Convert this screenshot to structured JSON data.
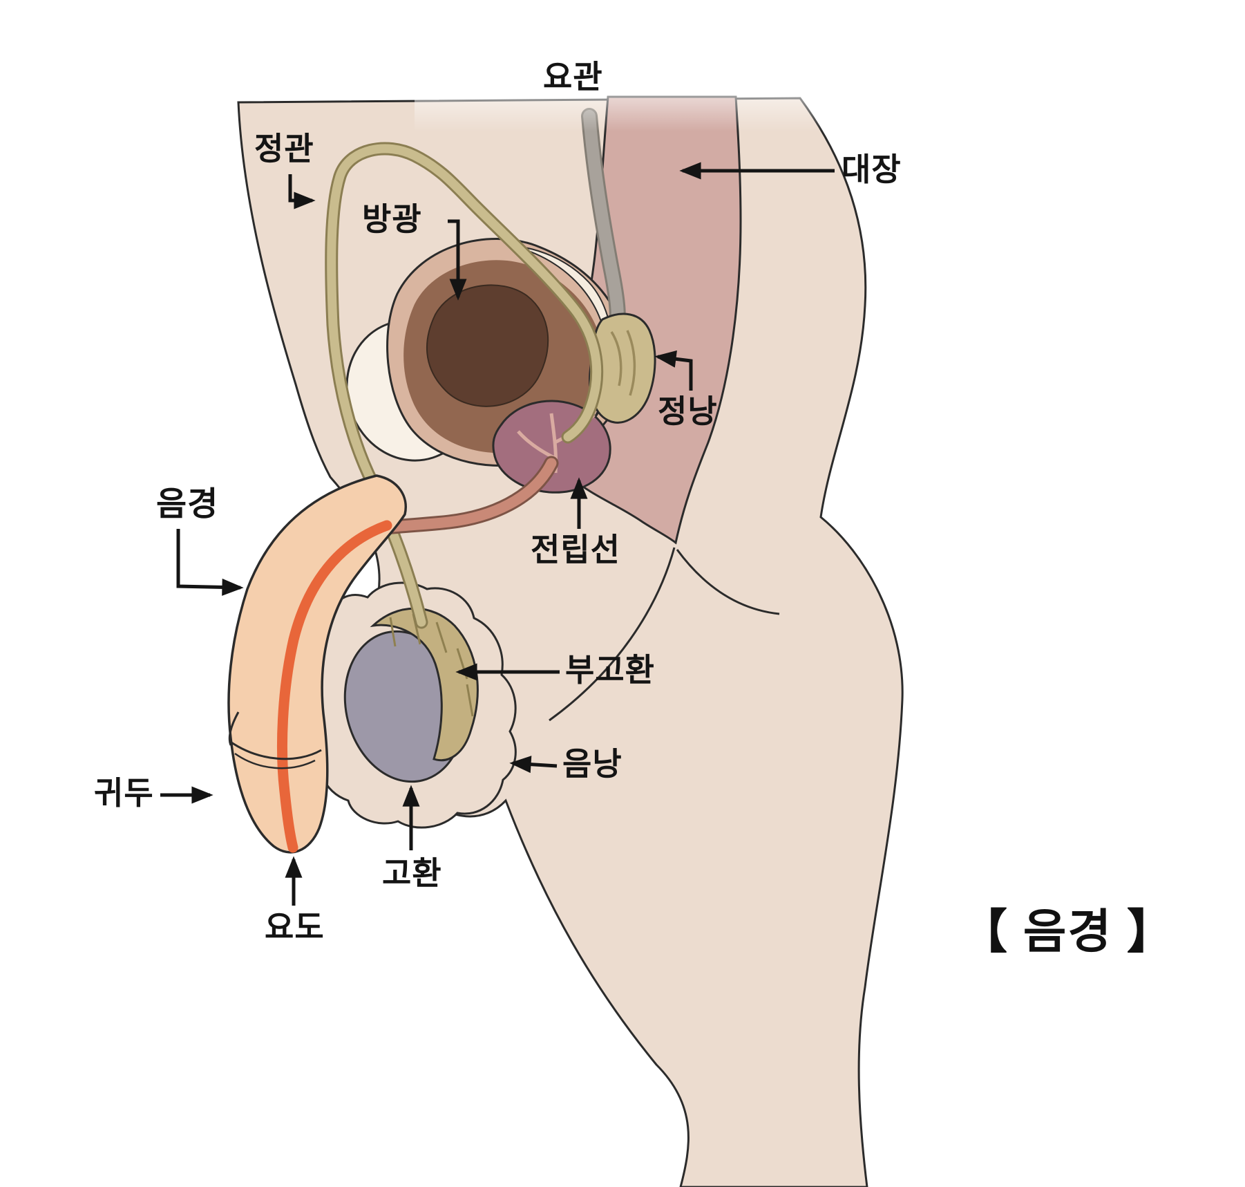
{
  "figure": {
    "caption": "【 음경 】",
    "labels": {
      "ureter": "요관",
      "vas_deferens": "정관",
      "bladder": "방광",
      "large_intestine": "대장",
      "seminal_vesicle": "정낭",
      "prostate": "전립선",
      "penis": "음경",
      "epididymis": "부고환",
      "scrotum": "음낭",
      "glans": "귀두",
      "testis": "고환",
      "urethra": "요도"
    },
    "colors": {
      "background": "#ffffff",
      "skin": "#ecdccf",
      "outline": "#2b2b2b",
      "colon": "#d2aba4",
      "bladder_wall": "#d9b5a0",
      "bladder_interior": "#926750",
      "bladder_cavity": "#5e3e2f",
      "bladder_highlight": "#f5ecdf",
      "pubic_ellipse": "#f8f1e7",
      "prostate": "#a36e7e",
      "seminal_vesicle": "#cbbb8d",
      "vas_deferens": "#c9bc8e",
      "ureter_tube": "#a8a29b",
      "penis": "#f5cfad",
      "urethra_tube": "#e8663a",
      "bulbar_urethra": "#c98977",
      "testis": "#9d98a8",
      "epididymis": "#c3b080",
      "label_text": "#141414"
    }
  }
}
